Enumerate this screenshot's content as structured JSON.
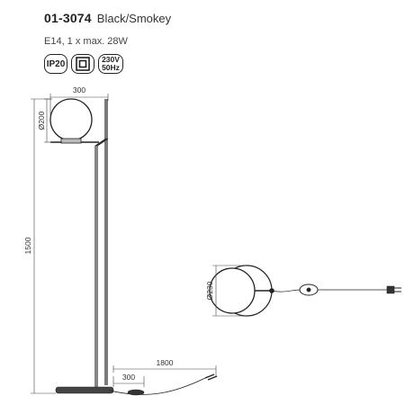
{
  "product": {
    "code": "01-3074",
    "finish": "Black/Smokey",
    "spec": "E14, 1 x max. 28W"
  },
  "badges": {
    "ip_rating": "IP20",
    "class_icon": "double-insulation-class-ii-icon",
    "voltage": "230V",
    "frequency": "50Hz"
  },
  "dimensions": {
    "arm_width": "300",
    "globe_diameter": "Ø200",
    "height": "1500",
    "base_width": "300",
    "cable_length": "1800",
    "base_diameter": "Ø230"
  },
  "colors": {
    "line": "#222222",
    "globe_fill": "#ffffff"
  }
}
